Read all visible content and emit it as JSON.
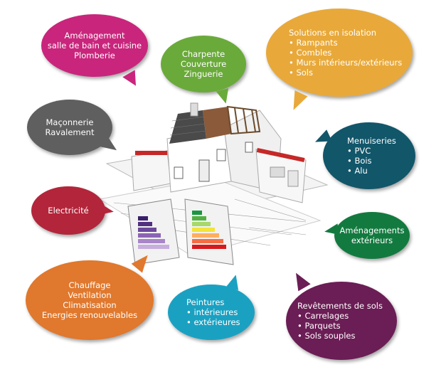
{
  "bubbles": {
    "amenagement": {
      "lines": [
        "Aménagement",
        "salle de bain et cuisine",
        "Plomberie"
      ],
      "color": "#c9257c"
    },
    "charpente": {
      "lines": [
        "Charpente",
        "Couverture",
        "Zinguerie"
      ],
      "color": "#6aaa3a"
    },
    "isolation": {
      "title": "Solutions en isolation",
      "items": [
        "• Rampants",
        "• Combles",
        "• Murs intérieurs/extérieurs",
        "• Sols"
      ],
      "color": "#e8a93a"
    },
    "maconnerie": {
      "lines": [
        "Maçonnerie",
        "Ravalement"
      ],
      "color": "#5f5f5f"
    },
    "menuiseries": {
      "title": "Menuiseries",
      "items": [
        "• PVC",
        "• Bois",
        "• Alu"
      ],
      "color": "#12566a"
    },
    "electricite": {
      "lines": [
        "Electricité"
      ],
      "color": "#b3253a"
    },
    "exterieurs": {
      "lines": [
        "Aménagements",
        "extérieurs"
      ],
      "color": "#137a3f"
    },
    "chauffage": {
      "lines": [
        "Chauffage",
        "Ventilation",
        "Climatisation",
        "Energies renouvelables"
      ],
      "color": "#e0782d"
    },
    "peintures": {
      "title": "Peintures",
      "items": [
        "• intérieures",
        "• extérieures"
      ],
      "color": "#1aa1c2"
    },
    "revetements": {
      "title": "Revêtements de sols",
      "items": [
        "• Carrelages",
        "• Parquets",
        "• Sols souples"
      ],
      "color": "#6b1d55"
    }
  }
}
